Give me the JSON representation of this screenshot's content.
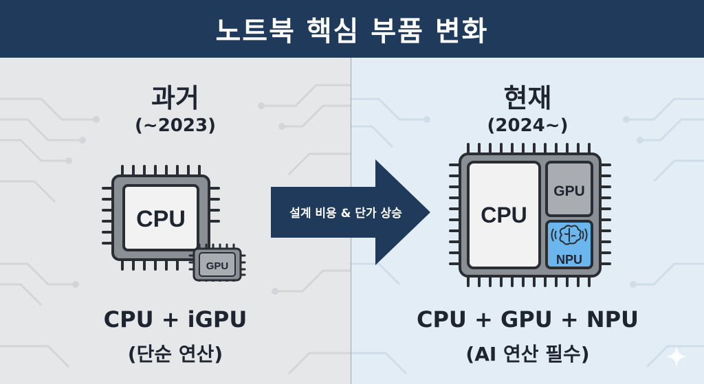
{
  "header": {
    "title": "노트북 핵심 부품 변화"
  },
  "past": {
    "title": "과거",
    "years": "(~2023)",
    "chip_cpu_label": "CPU",
    "chip_gpu_label": "GPU",
    "config": "CPU + iGPU",
    "description": "(단순 연산)"
  },
  "transition": {
    "label": "설계 비용 & 단가 상승"
  },
  "present": {
    "title": "현재",
    "years": "(2024~)",
    "chip_cpu_label": "CPU",
    "chip_gpu_label": "GPU",
    "chip_npu_label": "NPU",
    "config": "CPU + GPU + NPU",
    "description": "(AI 연산 필수)"
  },
  "colors": {
    "header_bg": "#1f3a5a",
    "arrow": "#1f3a5a",
    "chip_body": "#8a8f95",
    "chip_core": "#f2f2f2",
    "npu_fill": "#6cb6ee"
  }
}
